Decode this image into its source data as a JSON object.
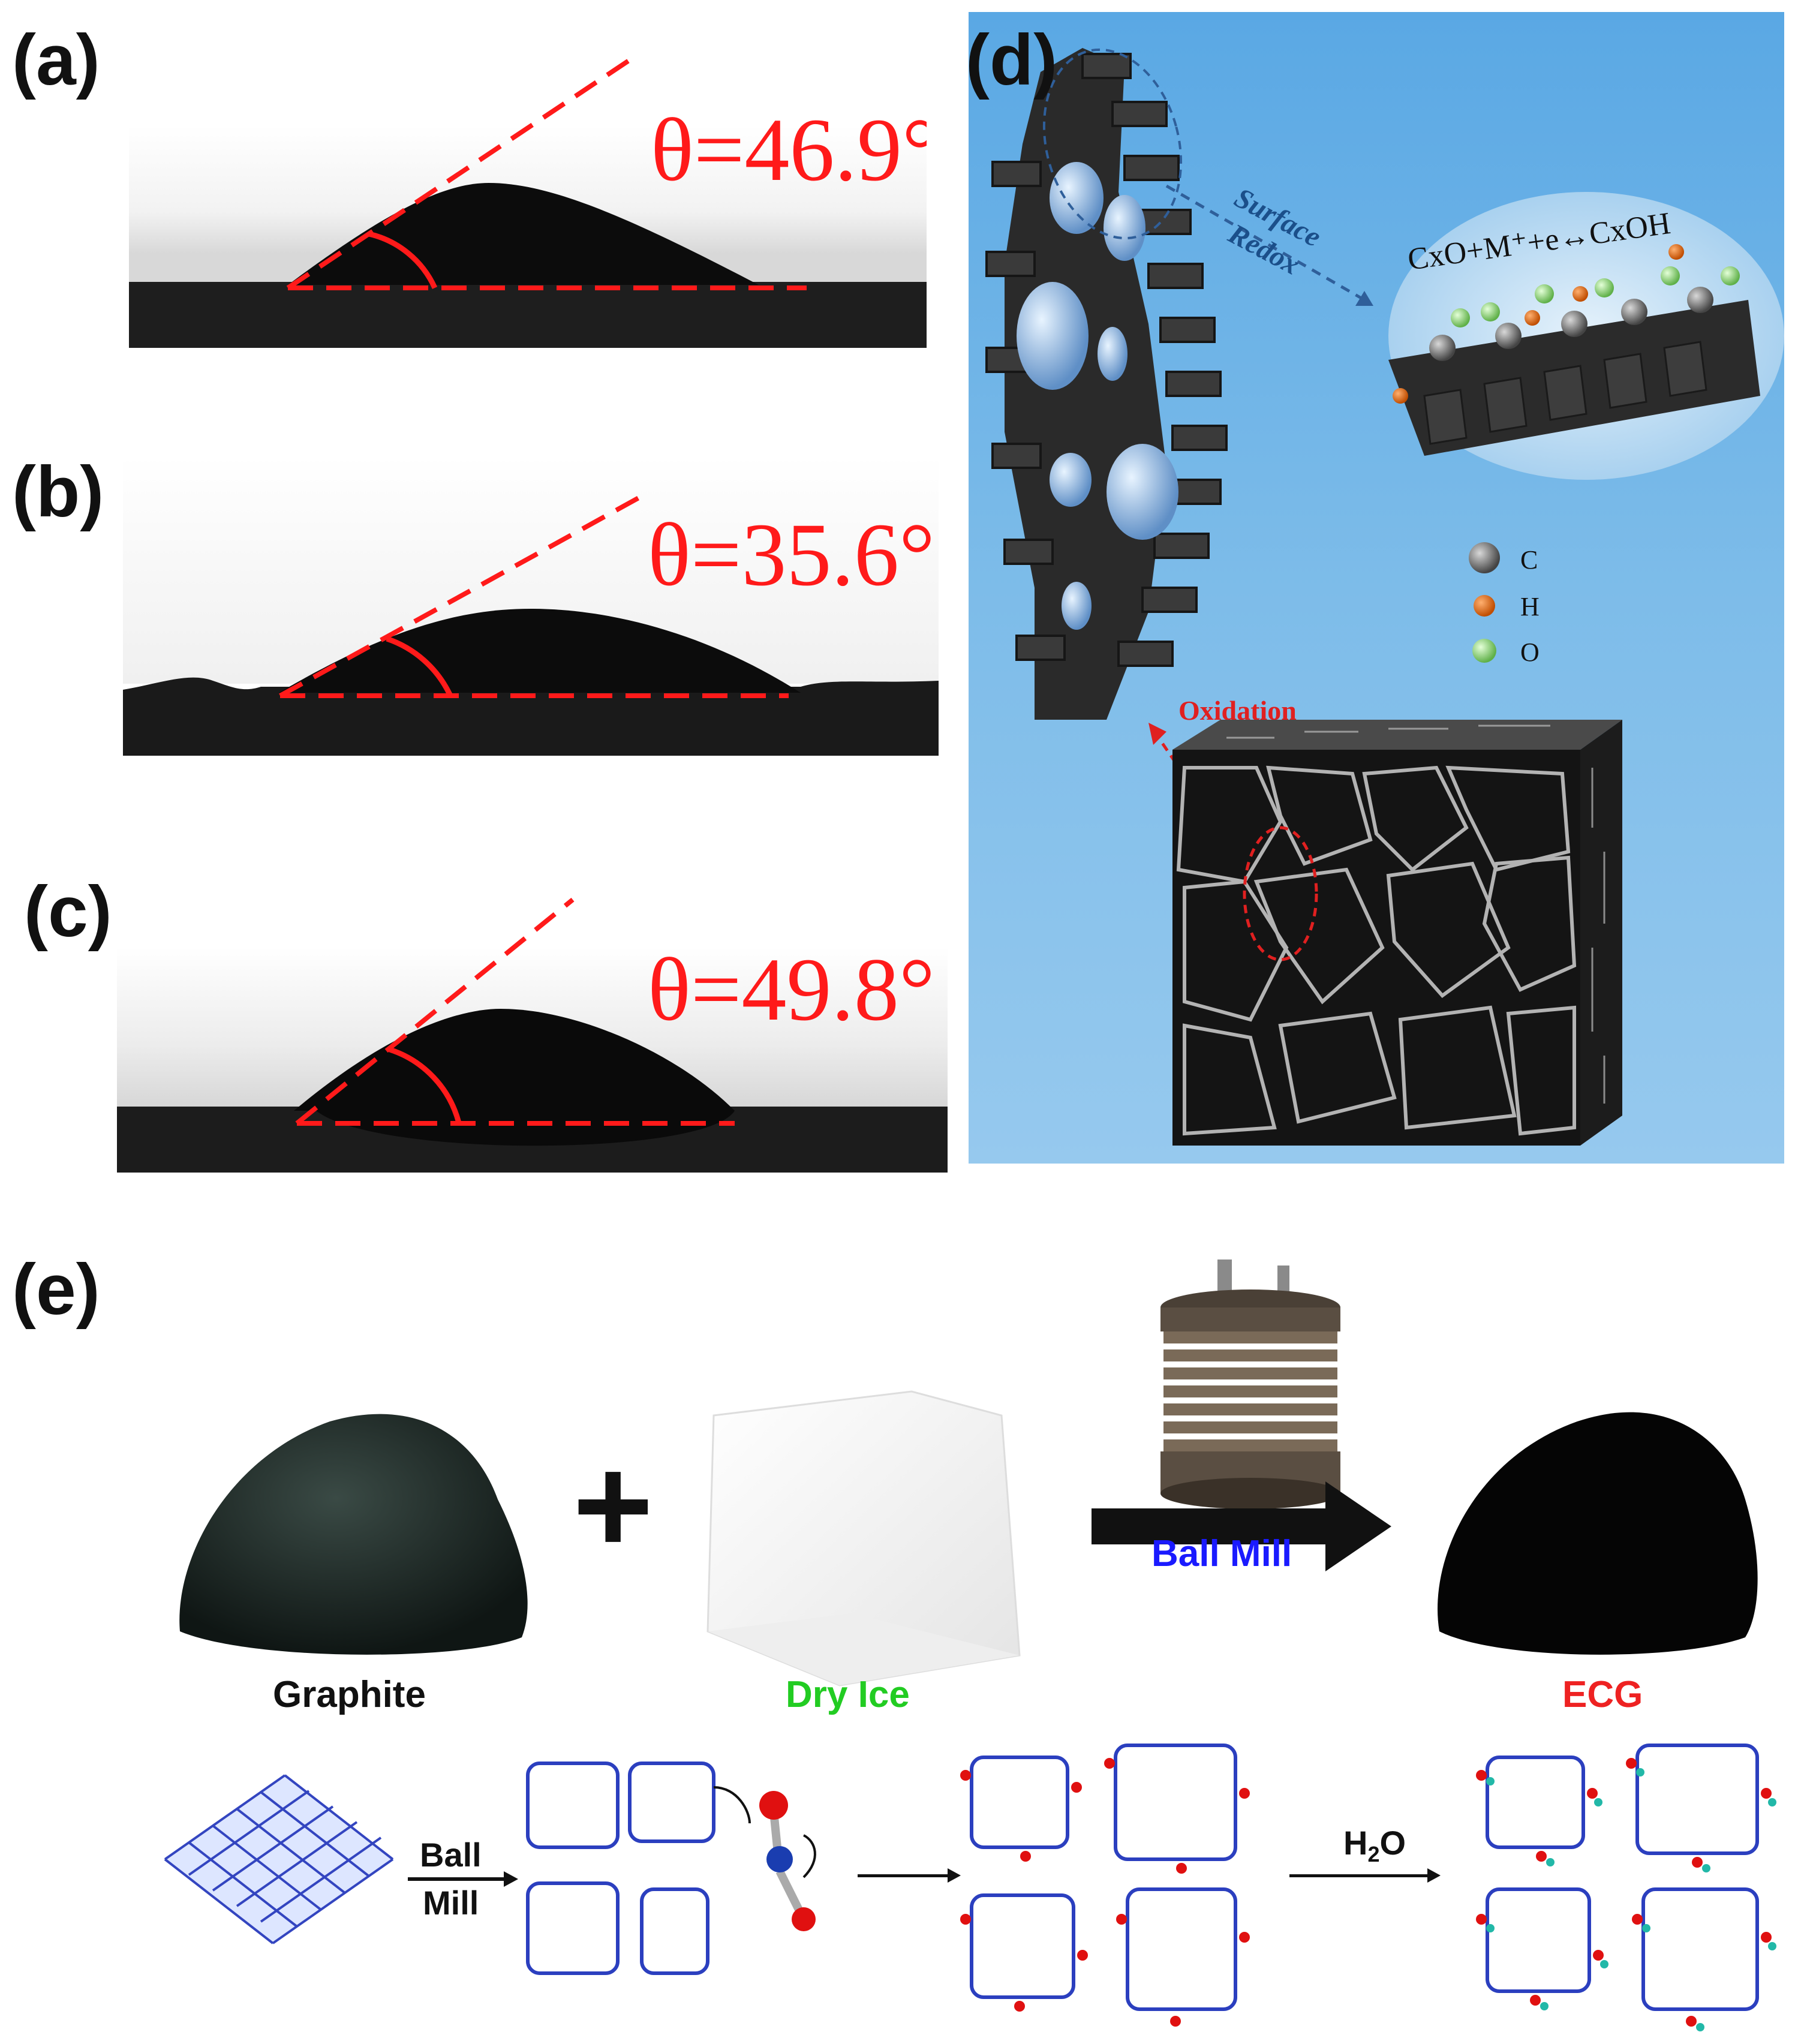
{
  "panels": {
    "a": {
      "label": "(a)",
      "angle_text": "θ=46.9°",
      "angle_deg": 46.9
    },
    "b": {
      "label": "(b)",
      "angle_text": "θ=35.6°",
      "angle_deg": 35.6
    },
    "c": {
      "label": "(c)",
      "angle_text": "θ=49.8°",
      "angle_deg": 49.8
    },
    "d": {
      "label": "(d)",
      "surface": "Surface",
      "redox": "Redox",
      "equation": "CxO+M⁺+e↔CxOH",
      "oxidation": "Oxidation",
      "legend": [
        {
          "symbol": "C",
          "color": "#6e6e6e"
        },
        {
          "symbol": "H",
          "color": "#e06a1a"
        },
        {
          "symbol": "O",
          "color": "#8fd67a"
        }
      ],
      "background": "#78b8e6"
    },
    "e": {
      "label": "(e)",
      "graphite": "Graphite",
      "dry_ice": "Dry Ice",
      "ecg": "ECG",
      "ball_mill_top": "Ball Mill",
      "ball_line1": "Ball",
      "ball_line2": "Mill",
      "h2o_main": "H",
      "h2o_sub": "2",
      "h2o_end": "O",
      "plus": "+",
      "colors": {
        "graphite": "#111111",
        "dry_ice": "#22cc22",
        "ecg": "#ee2222",
        "ball_mill": "#1a1aff"
      }
    }
  }
}
